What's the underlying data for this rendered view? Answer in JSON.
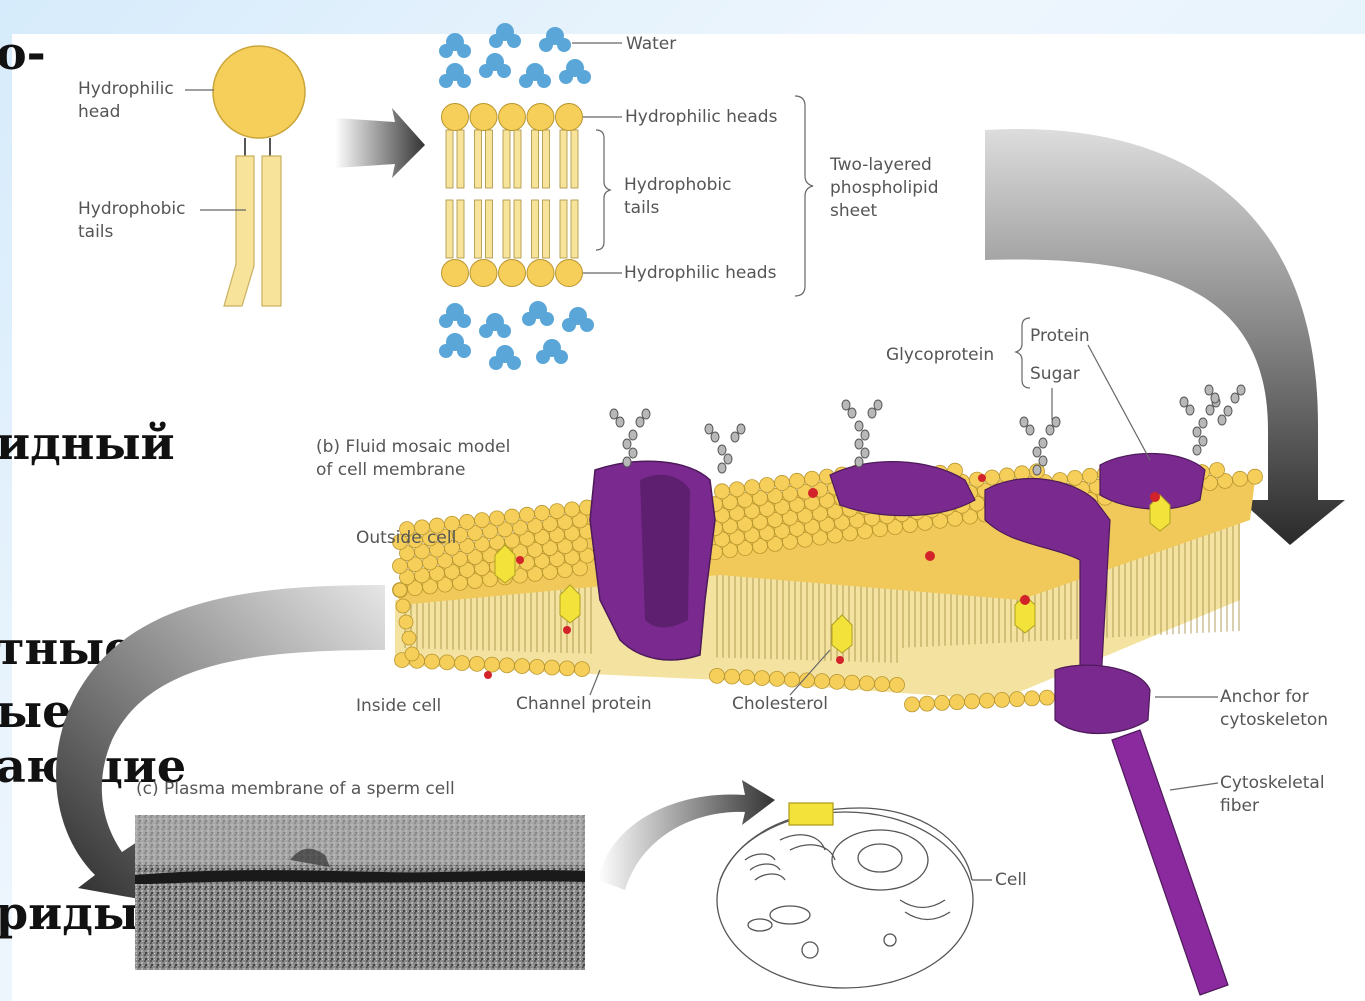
{
  "slide_text": {
    "line1": "о-",
    "line2": "идный",
    "line3": "тные,",
    "line4": "ые,",
    "line5": "ающие",
    "line6": "риды."
  },
  "labels": {
    "hydrophilic_head": "Hydrophilic\nhead",
    "hydrophobic_tails": "Hydrophobic\ntails",
    "water": "Water",
    "hydrophilic_heads_top": "Hydrophilic heads",
    "hydrophobic_tails_mid": "Hydrophobic\ntails",
    "hydrophilic_heads_bottom": "Hydrophilic heads",
    "two_layered": "Two-layered\nphospholipid\nsheet",
    "glycoprotein": "Glycoprotein",
    "protein": "Protein",
    "sugar": "Sugar",
    "fluid_mosaic": "(b) Fluid mosaic model\nof cell membrane",
    "outside_cell": "Outside cell",
    "inside_cell": "Inside cell",
    "channel_protein": "Channel protein",
    "cholesterol": "Cholesterol",
    "anchor": "Anchor for\ncytoskeleton",
    "cytoskeletal_fiber": "Cytoskeletal\nfiber",
    "plasma_membrane": "(c) Plasma membrane of a sperm cell",
    "cell": "Cell"
  },
  "colors": {
    "head_yellow": "#f5cf5a",
    "tail_yellow": "#f7e39a",
    "water_blue": "#5aa6d8",
    "protein_purple": "#7a2a8e",
    "cholesterol_yellow": "#f2e23a",
    "arrow_gray": "#4a4a4a"
  }
}
